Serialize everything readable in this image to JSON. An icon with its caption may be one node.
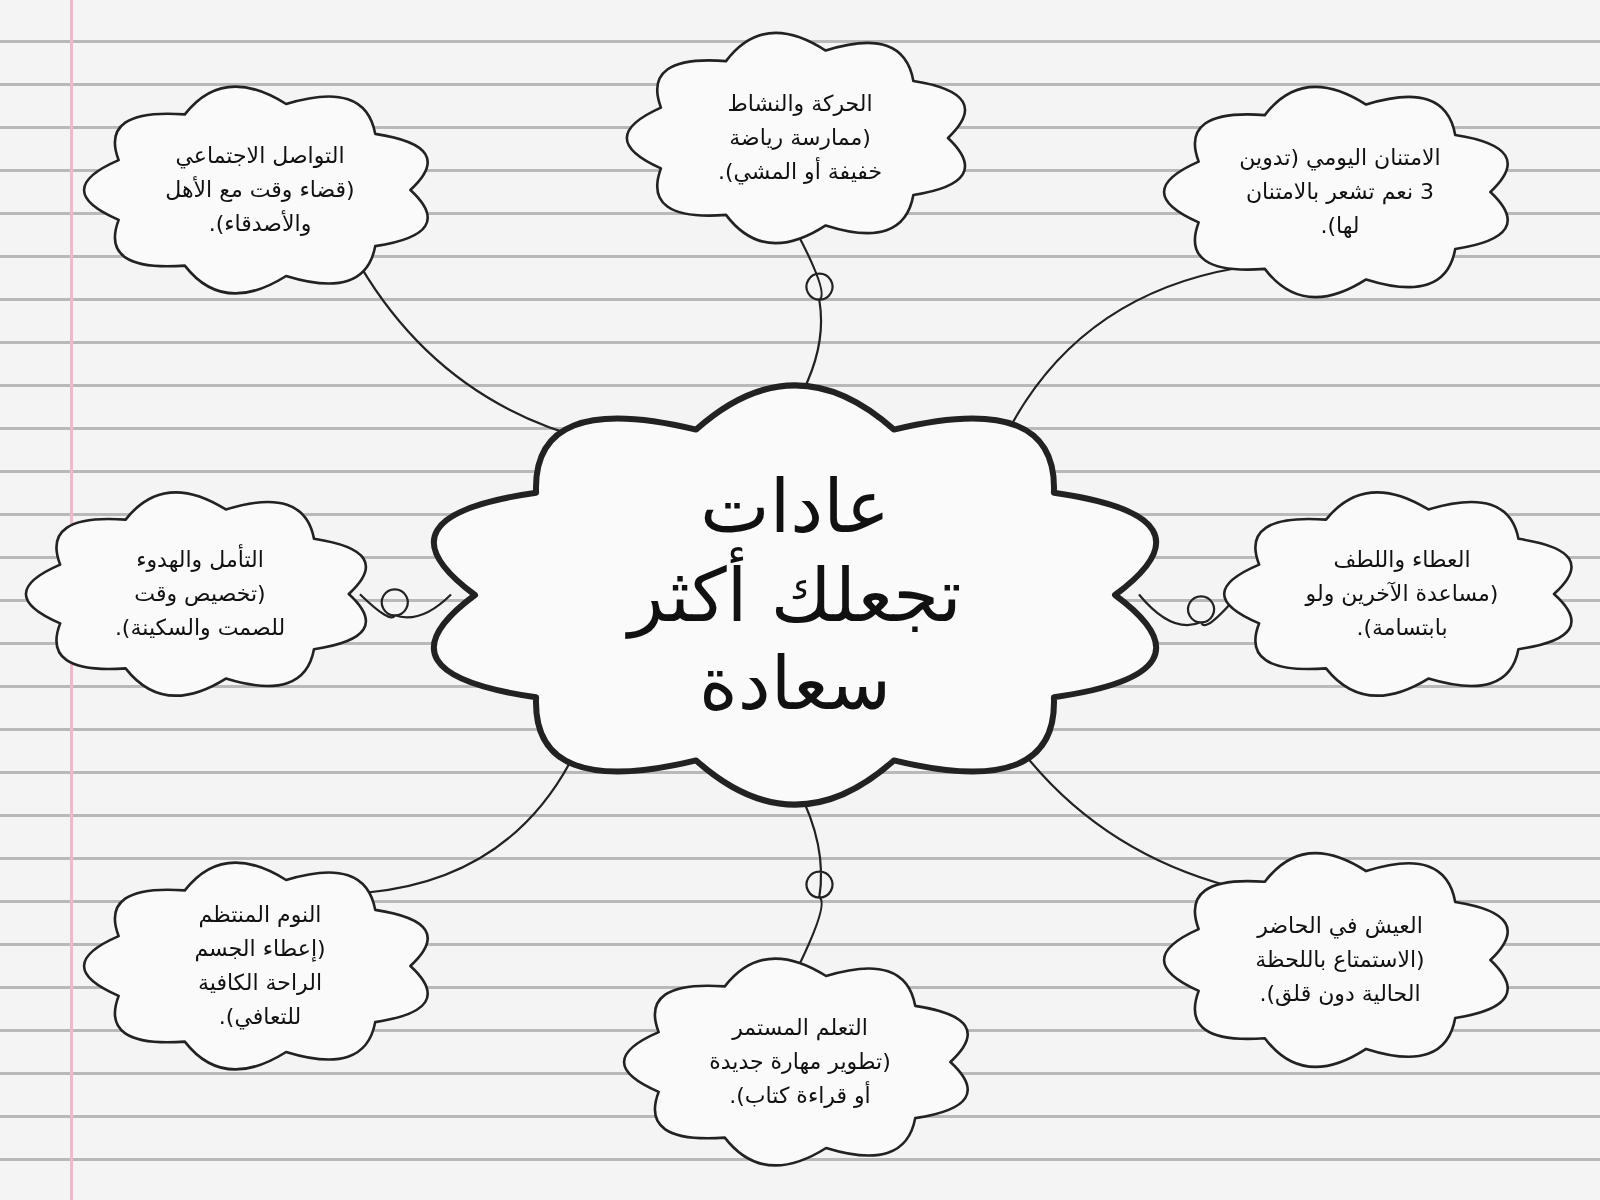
{
  "diagram": {
    "nodes": [
      {
        "text": [
          "عادات تجعلك أكثر سعادة"
        ]
      },
      {
        "text": [
          "الحركة والنشاط (ممارسة رياضة خفيفة أو المشي)."
        ]
      },
      {
        "text": [
          "التواصل الاجتماعي (قضاء وقت مع الأهل والأصدقاء)."
        ]
      },
      {
        "text": [
          "الامتنان اليومي (تدوين 3 نعم تشعر بالامتنان لها)."
        ]
      },
      {
        "text": [
          "التأمل والهدوء (تخصيص وقت للصمت والسكينة)."
        ]
      },
      {
        "text": [
          "العطاء واللطف (مساعدة الآخرين ولو بابتسامة)."
        ]
      },
      {
        "text": [
          "النوم المنتظم (إعطاء الجسم الراحة الكافية للتعافي)."
        ]
      },
      {
        "text": [
          "العيش في الحاضر (الاستمتاع باللحظة الحالية دون قلق)."
        ]
      },
      {
        "text": [
          "التعلم المستمر (تطوير مهارة جديدة أو قراءة كتاب)."
        ]
      }
    ],
    "edges": [
      {
        "from": 0,
        "to": 1,
        "arrow": "none"
      },
      {
        "from": 0,
        "to": 2,
        "arrow": "none"
      },
      {
        "from": 0,
        "to": 3,
        "arrow": "none"
      },
      {
        "from": 0,
        "to": 4,
        "arrow": "none"
      },
      {
        "from": 0,
        "to": 5,
        "arrow": "none"
      },
      {
        "from": 0,
        "to": 6,
        "arrow": "none"
      },
      {
        "from": 0,
        "to": 7,
        "arrow": "none"
      },
      {
        "from": 0,
        "to": 8,
        "arrow": "none"
      }
    ]
  }
}
